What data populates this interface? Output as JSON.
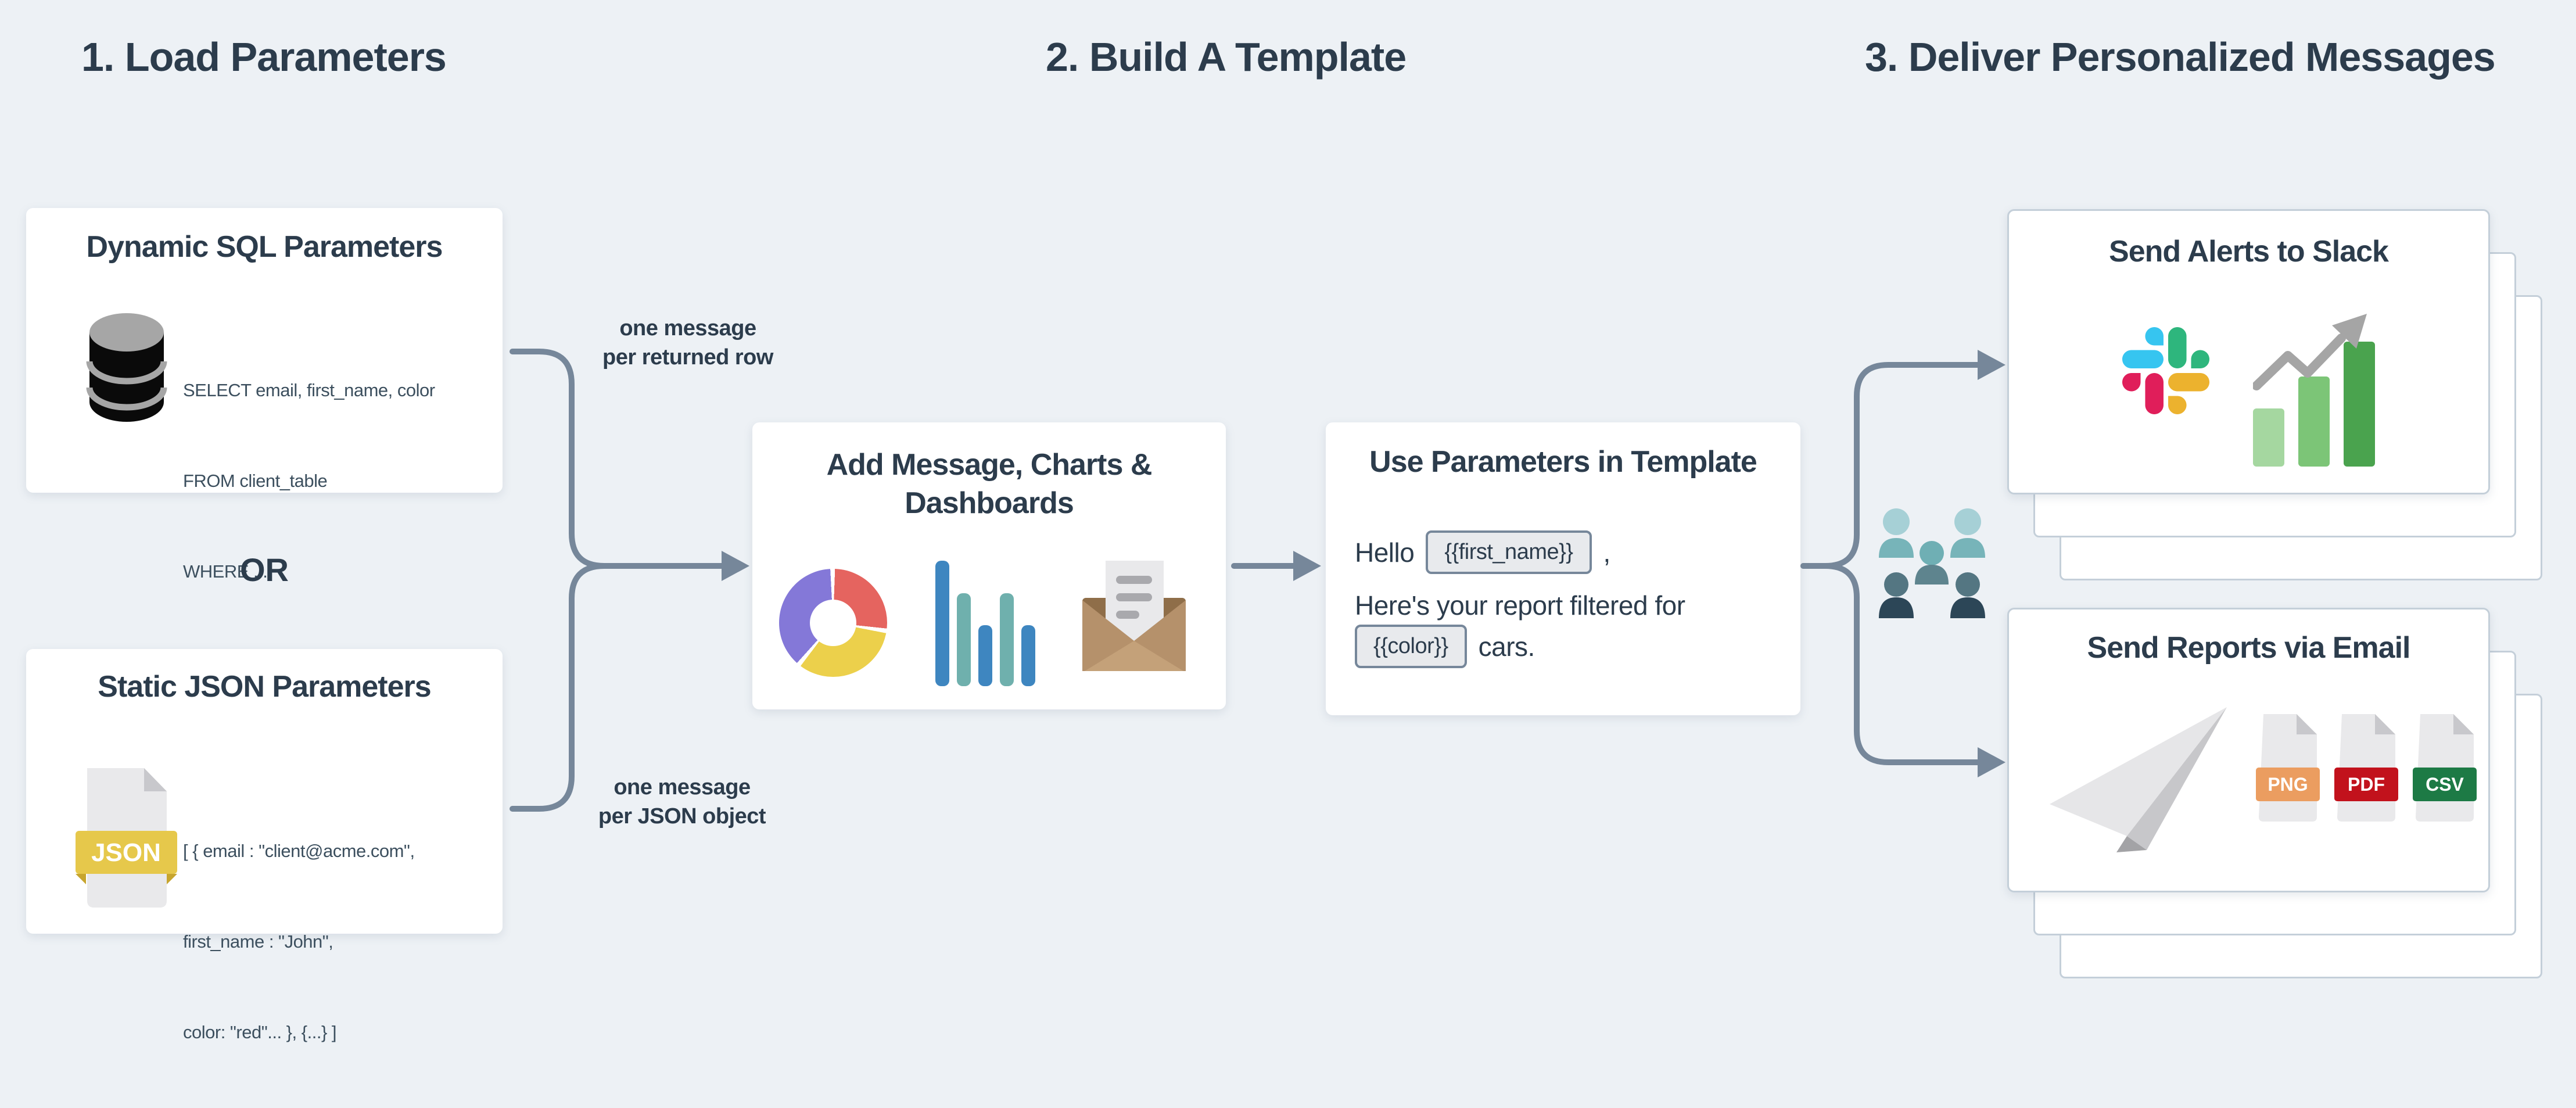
{
  "titles": {
    "step1": "1. Load Parameters",
    "step2": "2. Build A Template",
    "step3": "3. Deliver Personalized Messages"
  },
  "cards": {
    "sql": {
      "title": "Dynamic SQL Parameters",
      "code_lines": [
        "SELECT email, first_name, color",
        "FROM client_table",
        "WHERE ..."
      ]
    },
    "or_label": "OR",
    "json": {
      "title": "Static JSON Parameters",
      "file_badge": "JSON",
      "code_lines": [
        "[ { email : \"client@acme.com\",",
        "first_name : \"John\",",
        "color: \"red\"... }, {...} ]"
      ]
    },
    "builder": {
      "title_line1": "Add Message, Charts &",
      "title_line2": "Dashboards"
    },
    "usage": {
      "title": "Use Parameters in Template",
      "hello": "Hello",
      "chip_first_name": "{{first_name}}",
      "comma": ",",
      "line2": "Here's your report filtered for",
      "chip_color": "{{color}}",
      "line3_suffix": "cars."
    },
    "slack": {
      "title": "Send Alerts to Slack"
    },
    "email": {
      "title": "Send Reports via Email",
      "files": [
        "PNG",
        "PDF",
        "CSV"
      ]
    }
  },
  "labels": {
    "top_arrow_line1": "one message",
    "top_arrow_line2": "per returned row",
    "bottom_arrow_line1": "one message",
    "bottom_arrow_line2": "per JSON object"
  },
  "colors": {
    "bg": "#edf1f5",
    "ink": "#2c3c4c",
    "slate_text": "#3c4f5e",
    "arrow": "#76879a",
    "card_border": "#c4cfd9",
    "chip_bg": "#e8eaed",
    "donut_purple": "#8478d8",
    "donut_red": "#e5645f",
    "donut_yellow": "#ecd04b",
    "bar_blue": "#3e86c0",
    "bar_teal": "#6fb0ad",
    "slack_blue": "#36C5F0",
    "slack_green": "#2EB67D",
    "slack_red": "#E01E5A",
    "slack_yellow": "#ECB22E",
    "growth_light": "#a5d7a0",
    "growth_mid": "#7cc577",
    "growth_dark": "#4aa34e",
    "growth_arrow": "#a5a5a5",
    "env_dark": "#8f6e49",
    "env_body": "#b5916b",
    "env_front": "#c4a179",
    "paper_gray": "#e9e9eb",
    "paper_fold": "#c8c8cc",
    "paper_line": "#a9a9ad",
    "db_gray": "#a6a6a6",
    "db_black": "#0a0a0a",
    "json_yellow": "#e6c84b",
    "json_wrap": "#c7a52e",
    "png_orange": "#eb9d60",
    "pdf_red": "#c2121c",
    "csv_green": "#1d7a45",
    "people_light_head": "#a6d0d6",
    "people_light_body": "#77b4b9",
    "people_mid_head": "#6fafb4",
    "people_mid_body": "#5e848e",
    "people_dark_head": "#547682",
    "people_dark_body": "#2c4657",
    "plane_light": "#e6e6e8",
    "plane_mid": "#c7c7ca",
    "plane_dark": "#a3a3a6"
  }
}
